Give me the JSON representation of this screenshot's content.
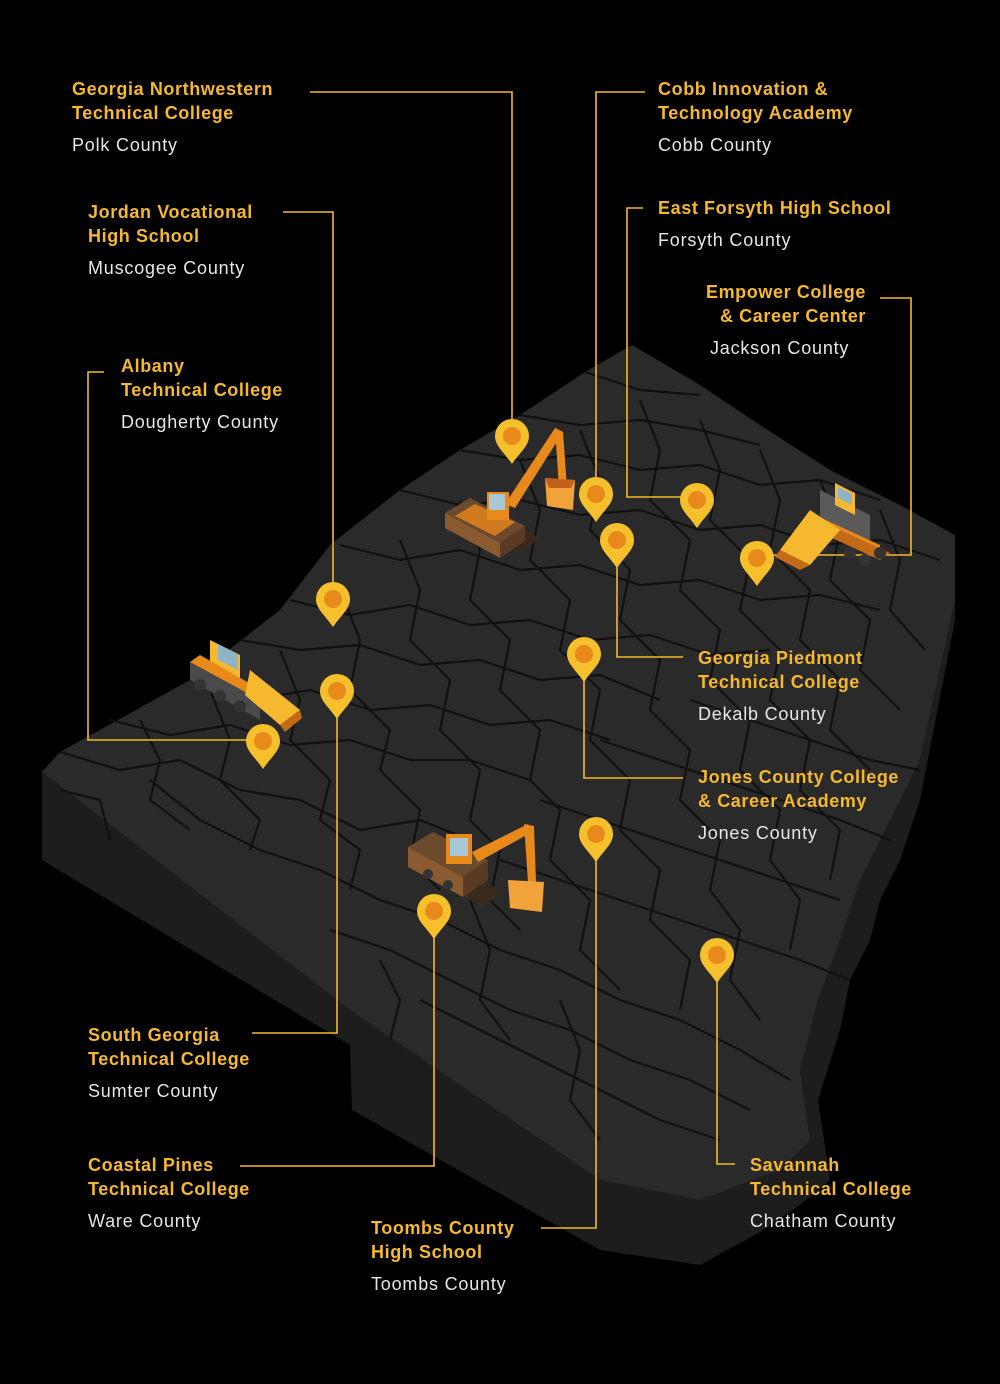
{
  "colors": {
    "accent": "#f5b82e",
    "pin_fill": "#f5c02b",
    "pin_dot": "#e8891b",
    "map_top": "#2a2a2a",
    "map_side": "#1d1d1d",
    "county_lines": "#101010",
    "background": "#000000"
  },
  "locations": [
    {
      "name": "Georgia Northwestern\nTechnical College",
      "county": "Polk County"
    },
    {
      "name": "Cobb Innovation &\nTechnology Academy",
      "county": "Cobb County"
    },
    {
      "name": "Jordan Vocational\nHigh School",
      "county": "Muscogee County"
    },
    {
      "name": "East Forsyth High School",
      "county": "Forsyth County"
    },
    {
      "name": "Empower College\n& Career Center",
      "county": "Jackson County"
    },
    {
      "name": "Albany\nTechnical College",
      "county": "Dougherty County"
    },
    {
      "name": "Georgia Piedmont\nTechnical College",
      "county": "Dekalb County"
    },
    {
      "name": "Jones County College\n& Career Academy",
      "county": "Jones County"
    },
    {
      "name": "South Georgia\nTechnical College",
      "county": "Sumter County"
    },
    {
      "name": "Coastal Pines\nTechnical College",
      "county": "Ware County"
    },
    {
      "name": "Savannah\nTechnical College",
      "county": "Chatham County"
    },
    {
      "name": "Toombs County\nHigh School",
      "county": "Toombs County"
    }
  ],
  "vehicles": [
    "excavator-north",
    "bulldozer-northeast",
    "bulldozer-west",
    "excavator-south"
  ]
}
